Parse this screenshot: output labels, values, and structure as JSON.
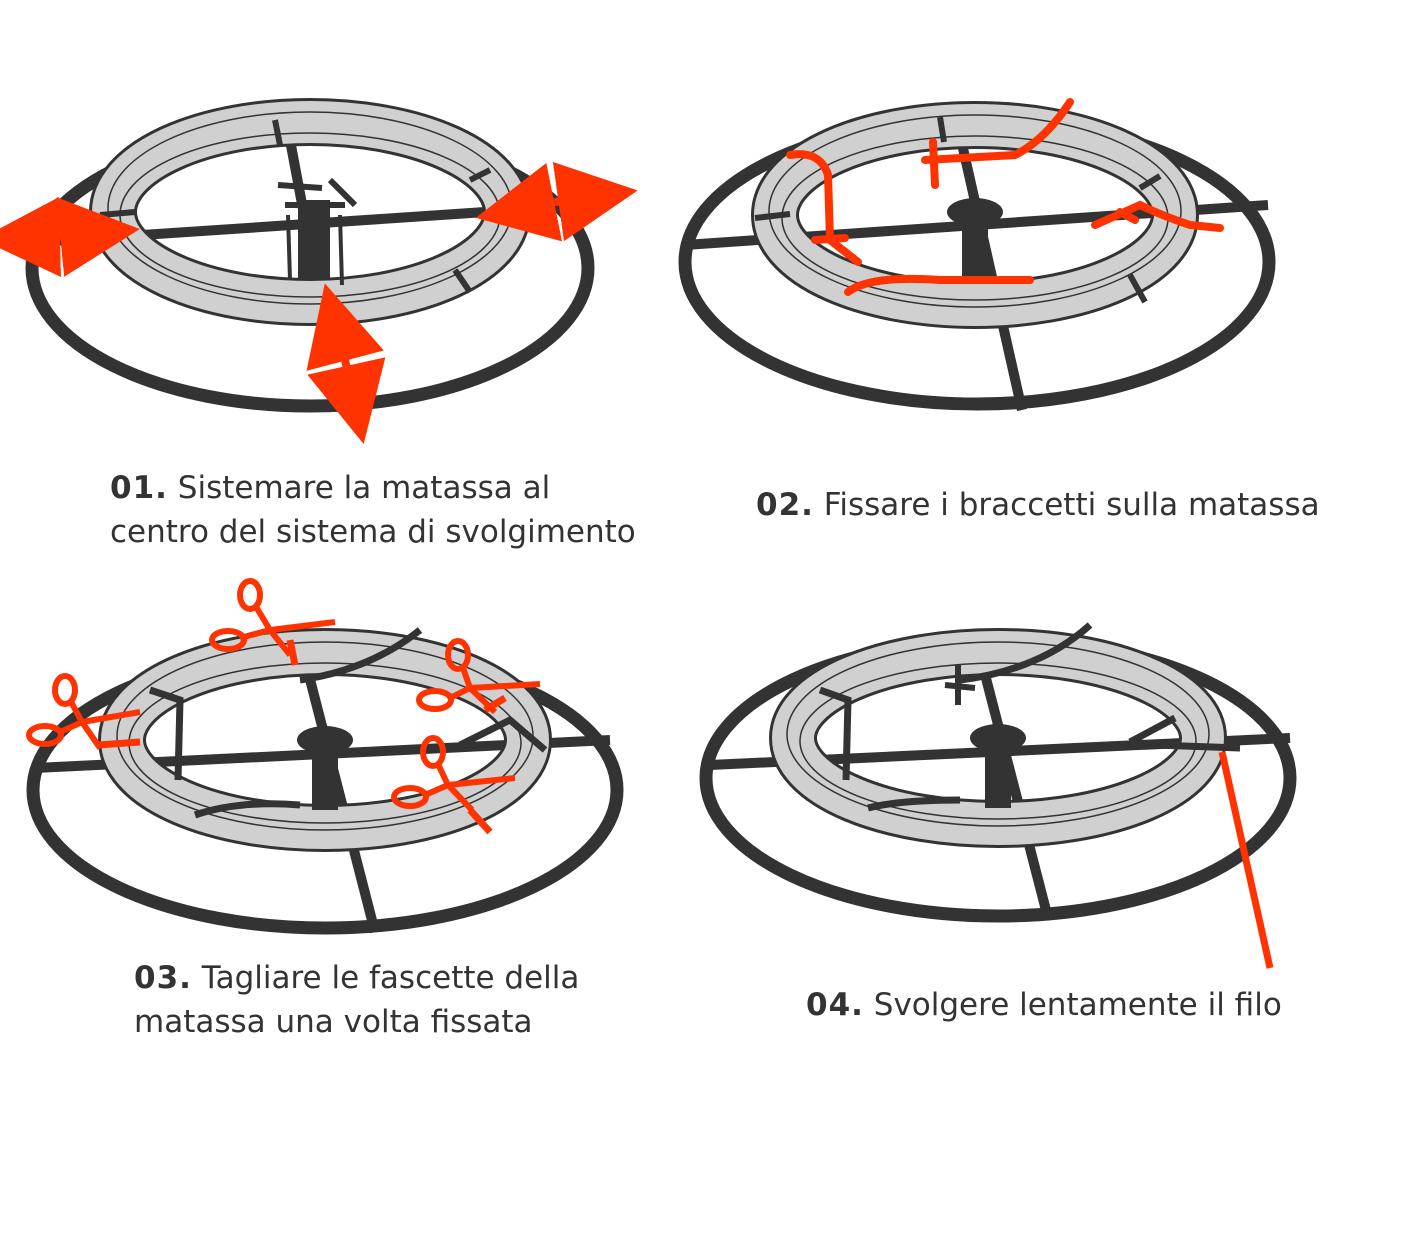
{
  "colors": {
    "stroke": "#333333",
    "coil": "#d0d0d0",
    "accent": "#ff3300",
    "text": "#333333"
  },
  "steps": [
    {
      "number": "01.",
      "lines": [
        "Sistemare la matassa al",
        "centro del sistema di svolgimento"
      ]
    },
    {
      "number": "02.",
      "lines": [
        "Fissare i braccetti sulla matassa"
      ]
    },
    {
      "number": "03.",
      "lines": [
        "Tagliare le fascette della",
        "matassa una volta fissata"
      ]
    },
    {
      "number": "04.",
      "lines": [
        "Svolgere lentamente il filo"
      ]
    }
  ]
}
